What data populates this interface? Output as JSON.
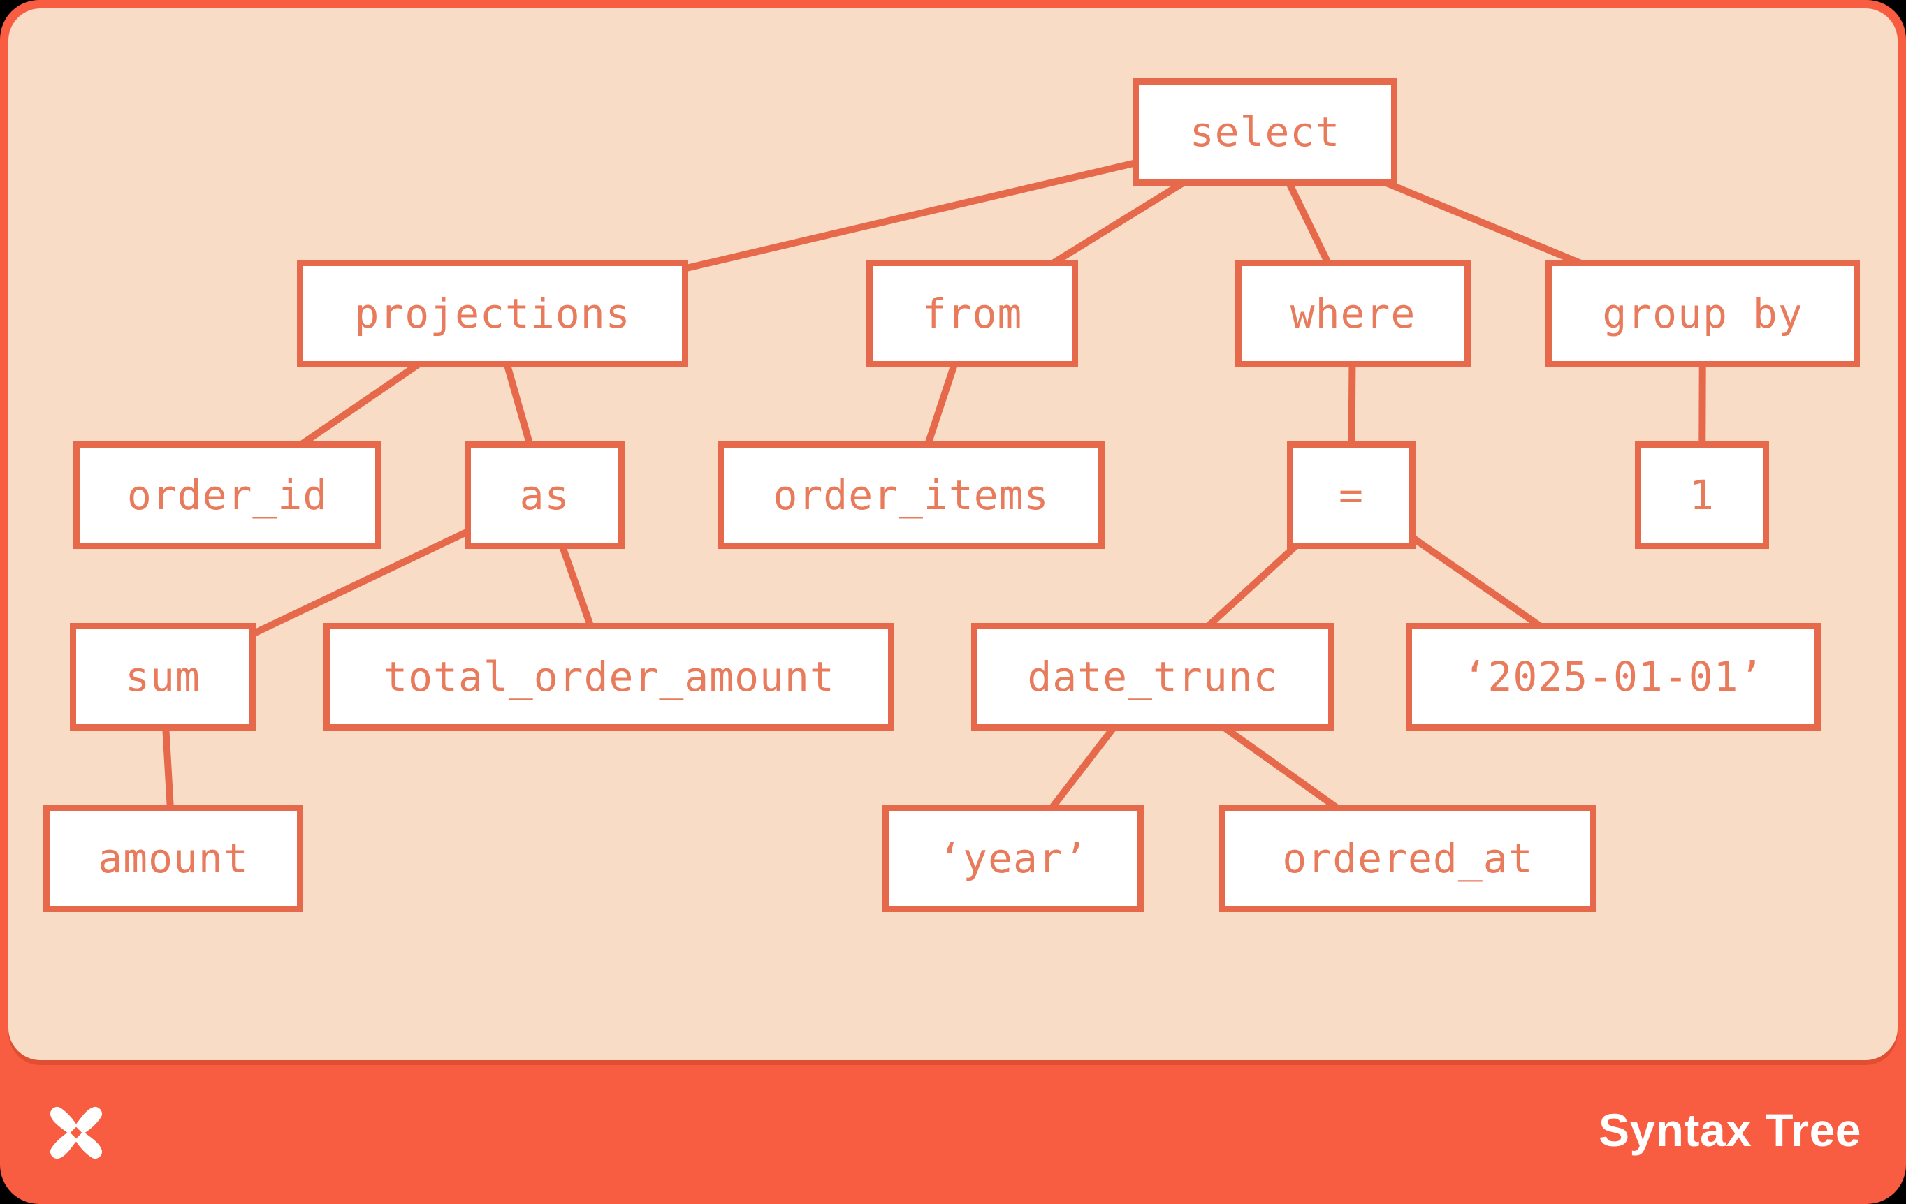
{
  "page": {
    "background_color": "#000000"
  },
  "card": {
    "background_color": "#F85C41",
    "panel_color": "#F8DCC5"
  },
  "diagram": {
    "type": "syntax-tree",
    "node_fill": "#FFFFFF",
    "node_border_color": "#E7694B",
    "node_text_color": "#E97B5D",
    "edge_color": "#E7694B",
    "nodes": {
      "select": {
        "label": "select"
      },
      "projections": {
        "label": "projections"
      },
      "from": {
        "label": "from"
      },
      "where": {
        "label": "where"
      },
      "group_by": {
        "label": "group by"
      },
      "order_id": {
        "label": "order_id"
      },
      "as": {
        "label": "as"
      },
      "order_items": {
        "label": "order_items"
      },
      "eq": {
        "label": "="
      },
      "one": {
        "label": "1"
      },
      "sum": {
        "label": "sum"
      },
      "total_order_amount": {
        "label": "total_order_amount"
      },
      "date_trunc": {
        "label": "date_trunc"
      },
      "date_literal": {
        "label": "‘2025-01-01’"
      },
      "amount": {
        "label": "amount"
      },
      "year_literal": {
        "label": "‘year’"
      },
      "ordered_at": {
        "label": "ordered_at"
      }
    },
    "edges": [
      [
        "select",
        "projections"
      ],
      [
        "select",
        "from"
      ],
      [
        "select",
        "where"
      ],
      [
        "select",
        "group_by"
      ],
      [
        "projections",
        "order_id"
      ],
      [
        "projections",
        "as"
      ],
      [
        "from",
        "order_items"
      ],
      [
        "where",
        "eq"
      ],
      [
        "group_by",
        "one"
      ],
      [
        "as",
        "sum"
      ],
      [
        "as",
        "total_order_amount"
      ],
      [
        "eq",
        "date_trunc"
      ],
      [
        "eq",
        "date_literal"
      ],
      [
        "sum",
        "amount"
      ],
      [
        "date_trunc",
        "year_literal"
      ],
      [
        "date_trunc",
        "ordered_at"
      ]
    ]
  },
  "footer": {
    "brand_label": "Syntax Tree",
    "logo_icon": "pinwheel-x-logo",
    "text_color": "#FFFFFF"
  }
}
